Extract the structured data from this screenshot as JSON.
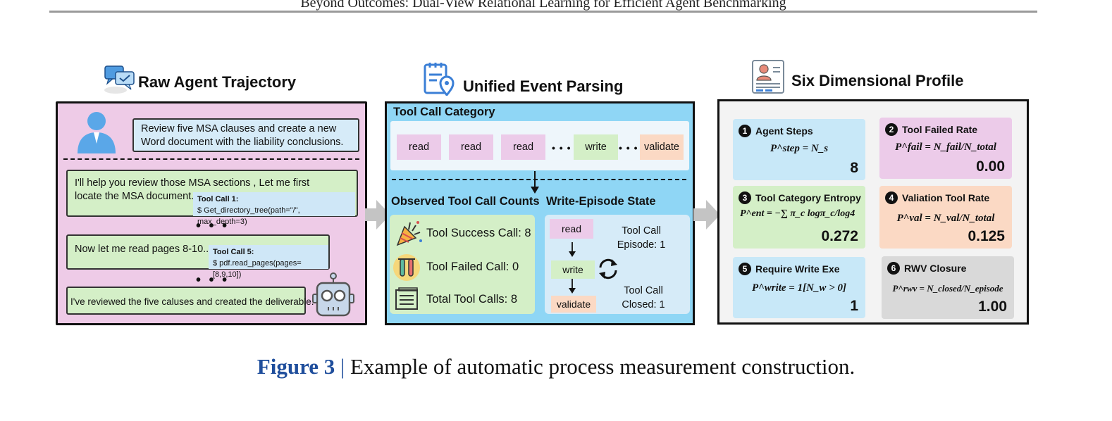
{
  "header": {
    "running_title": "Beyond Outcomes: Dual-View Relational Learning for Efficient Agent Benchmarking"
  },
  "panel1": {
    "title": "Raw Agent Trajectory",
    "user_request": "Review five MSA clauses and create a new Word document with the liability conclusions.",
    "turn1_text_line1": "I'll help you review those MSA sections , Let me first",
    "turn1_text_line2": "locate the MSA document.",
    "turn1_tool_label": "Tool Call 1:",
    "turn1_tool_cmd": "$  Get_directory_tree(path=\"/\", max_depth=3)",
    "ellipsis": "• • •",
    "turn2_text": "Now let me read pages 8-10...",
    "turn2_tool_label": "Tool Call 5:",
    "turn2_tool_cmd": "$  pdf.read_pages(pages=[8,9,10])",
    "final_text": "I've reviewed the five caluses and created the deliverable."
  },
  "panel2": {
    "title": "Unified Event Parsing",
    "category_title": "Tool Call Category",
    "chips": [
      "read",
      "read",
      "read",
      "write",
      "validate"
    ],
    "chip_dots": "• • •",
    "counts_title": "Observed Tool Call Counts",
    "success_label": "Tool Success Call: 8",
    "failed_label": "Tool Failed Call:  0",
    "total_label": "Total Tool Calls:  8",
    "episode_title": "Write-Episode State",
    "ep_read": "read",
    "ep_write": "write",
    "ep_validate": "validate",
    "episode_line1": "Tool Call",
    "episode_line2": "Episode: 1",
    "closed_line1": "Tool Call",
    "closed_line2": "Closed: 1"
  },
  "panel3": {
    "title": "Six Dimensional Profile",
    "metrics": [
      {
        "num": "1",
        "name": "Agent Steps",
        "formula": "P^step = N_s",
        "value": "8"
      },
      {
        "num": "2",
        "name": "Tool Failed Rate",
        "formula": "P^fail = N_fail/N_total",
        "value": "0.00"
      },
      {
        "num": "3",
        "name": "Tool Category Entropy",
        "formula": "P^ent = −∑ π_c logπ_c/log4",
        "value": "0.272"
      },
      {
        "num": "4",
        "name": "Valiation Tool Rate",
        "formula": "P^val = N_val/N_total",
        "value": "0.125"
      },
      {
        "num": "5",
        "name": "Require Write Exe",
        "formula": "P^write = 1[N_w > 0]",
        "value": "1"
      },
      {
        "num": "6",
        "name": "RWV Closure",
        "formula": "P^rwv = N_closed/N_episode",
        "value": "1.00"
      }
    ]
  },
  "caption": {
    "figure": "Figure 3",
    "separator": "|",
    "text": "Example of automatic process measurement construction."
  },
  "colors": {
    "pink": "#eecbe7",
    "cyan": "#8fd6f5",
    "green": "#d4efc7",
    "peach": "#fbd9c4",
    "light_blue": "#c8e8f8",
    "gray": "#d9d9d9",
    "figure_blue": "#1f4e9c"
  }
}
